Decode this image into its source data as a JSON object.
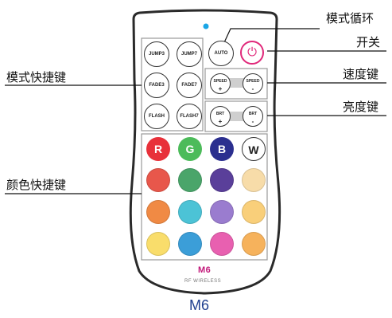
{
  "labels": {
    "mode_cycle": "模式循环",
    "power": "开关",
    "mode_shortcut": "模式快捷键",
    "speed_key": "速度键",
    "brightness_key": "亮度键",
    "color_shortcut": "颜色快捷键"
  },
  "buttons": {
    "jump3": "JUMP3",
    "jump7": "JUMP7",
    "fade3": "FADE3",
    "fade7": "FADE7",
    "flash": "FLASH",
    "flash7": "FLASH7",
    "auto": "AUTO",
    "power_glyph": "⏻",
    "speed": "SPEED",
    "plus": "+",
    "minus": "-",
    "brt": "BRT"
  },
  "rgbw": {
    "r": "R",
    "g": "G",
    "b": "B",
    "w": "W"
  },
  "brand": {
    "logo": "M6",
    "subtitle": "RF WIRELESS"
  },
  "model": "M6",
  "colors": {
    "indicator": "#1aa6e6",
    "power_ring": "#e0287a",
    "r": "#e8313a",
    "g": "#4cbb5a",
    "b": "#2b2f8f",
    "w": "#ffffff",
    "row1": [
      "#e8574b",
      "#4aa56a",
      "#5a3f9a",
      "#f7dca9"
    ],
    "row2": [
      "#f08a44",
      "#4cc3d6",
      "#9a7ccf",
      "#f9cf7a"
    ],
    "row3": [
      "#f9dd6b",
      "#3b9ed8",
      "#e860b0",
      "#f6b25c"
    ],
    "brand": "#c2187a",
    "model": "#1f3f8f"
  }
}
